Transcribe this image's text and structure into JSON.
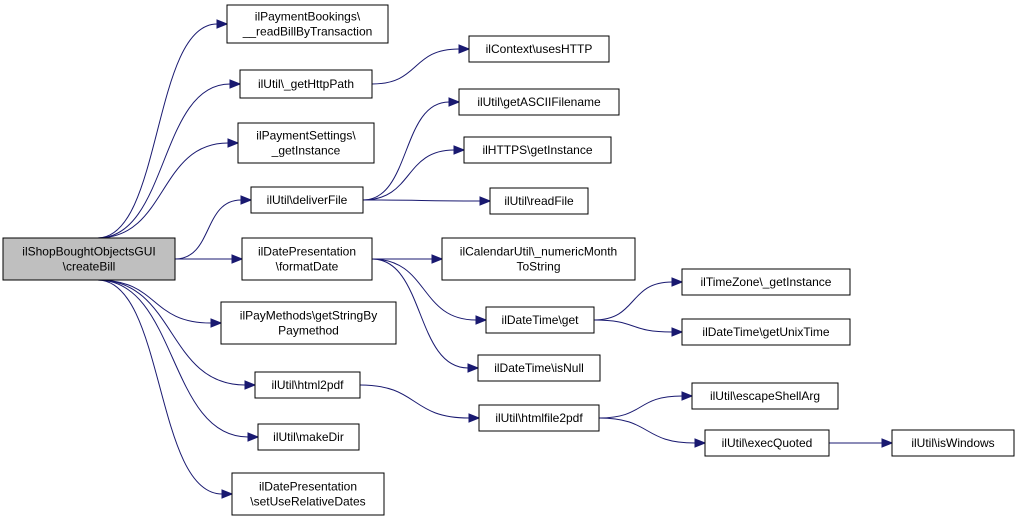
{
  "colors": {
    "edge": "#191970",
    "root_fill": "#bfbfbf",
    "node_fill": "#ffffff",
    "border": "#000000"
  },
  "nodes": [
    {
      "id": "root",
      "lines": [
        "ilShopBoughtObjectsGUI",
        "\\createBill"
      ]
    },
    {
      "id": "readBill",
      "lines": [
        "ilPaymentBookings\\",
        "__readBillByTransaction"
      ]
    },
    {
      "id": "getHttpPath",
      "lines": [
        "ilUtil\\_getHttpPath"
      ]
    },
    {
      "id": "usesHTTP",
      "lines": [
        "ilContext\\usesHTTP"
      ]
    },
    {
      "id": "paySettings",
      "lines": [
        "ilPaymentSettings\\",
        "_getInstance"
      ]
    },
    {
      "id": "asciiFilename",
      "lines": [
        "ilUtil\\getASCIIFilename"
      ]
    },
    {
      "id": "httpsInstance",
      "lines": [
        "ilHTTPS\\getInstance"
      ]
    },
    {
      "id": "deliverFile",
      "lines": [
        "ilUtil\\deliverFile"
      ]
    },
    {
      "id": "readFile",
      "lines": [
        "ilUtil\\readFile"
      ]
    },
    {
      "id": "formatDate",
      "lines": [
        "ilDatePresentation",
        "\\formatDate"
      ]
    },
    {
      "id": "numericMonth",
      "lines": [
        "ilCalendarUtil\\_numericMonth",
        "ToString"
      ]
    },
    {
      "id": "tzInstance",
      "lines": [
        "ilTimeZone\\_getInstance"
      ]
    },
    {
      "id": "dtGet",
      "lines": [
        "ilDateTime\\get"
      ]
    },
    {
      "id": "unixTime",
      "lines": [
        "ilDateTime\\getUnixTime"
      ]
    },
    {
      "id": "payMethods",
      "lines": [
        "ilPayMethods\\getStringBy",
        "Paymethod"
      ]
    },
    {
      "id": "isNull",
      "lines": [
        "ilDateTime\\isNull"
      ]
    },
    {
      "id": "html2pdf",
      "lines": [
        "ilUtil\\html2pdf"
      ]
    },
    {
      "id": "escapeShell",
      "lines": [
        "ilUtil\\escapeShellArg"
      ]
    },
    {
      "id": "htmlfile2pdf",
      "lines": [
        "ilUtil\\htmlfile2pdf"
      ]
    },
    {
      "id": "makeDir",
      "lines": [
        "ilUtil\\makeDir"
      ]
    },
    {
      "id": "execQuoted",
      "lines": [
        "ilUtil\\execQuoted"
      ]
    },
    {
      "id": "isWindows",
      "lines": [
        "ilUtil\\isWindows"
      ]
    },
    {
      "id": "setRelDates",
      "lines": [
        "ilDatePresentation",
        "\\setUseRelativeDates"
      ]
    }
  ],
  "edges": [
    [
      "root",
      "readBill"
    ],
    [
      "root",
      "getHttpPath"
    ],
    [
      "root",
      "paySettings"
    ],
    [
      "root",
      "deliverFile"
    ],
    [
      "root",
      "formatDate"
    ],
    [
      "root",
      "payMethods"
    ],
    [
      "root",
      "html2pdf"
    ],
    [
      "root",
      "makeDir"
    ],
    [
      "root",
      "setRelDates"
    ],
    [
      "getHttpPath",
      "usesHTTP"
    ],
    [
      "deliverFile",
      "asciiFilename"
    ],
    [
      "deliverFile",
      "httpsInstance"
    ],
    [
      "deliverFile",
      "readFile"
    ],
    [
      "formatDate",
      "numericMonth"
    ],
    [
      "formatDate",
      "dtGet"
    ],
    [
      "formatDate",
      "isNull"
    ],
    [
      "dtGet",
      "tzInstance"
    ],
    [
      "dtGet",
      "unixTime"
    ],
    [
      "html2pdf",
      "htmlfile2pdf"
    ],
    [
      "htmlfile2pdf",
      "escapeShell"
    ],
    [
      "htmlfile2pdf",
      "execQuoted"
    ],
    [
      "execQuoted",
      "isWindows"
    ]
  ]
}
